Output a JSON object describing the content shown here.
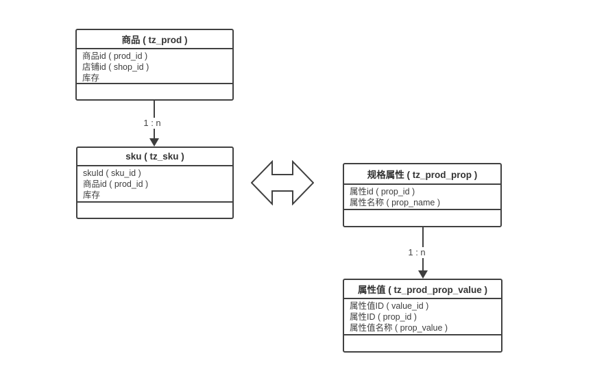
{
  "diagram": {
    "colors": {
      "line": "#404040",
      "text": "#3d3d3d",
      "background": "#ffffff"
    },
    "tables": [
      {
        "key": "tz_prod",
        "title": "商品 ( tz_prod )",
        "rows": [
          "商品id ( prod_id )",
          "店铺id ( shop_id )",
          "库存"
        ]
      },
      {
        "key": "tz_sku",
        "title": "sku ( tz_sku )",
        "rows": [
          "skuId ( sku_id )",
          "商品id ( prod_id )",
          "库存"
        ]
      },
      {
        "key": "tz_prod_prop",
        "title": "规格属性 ( tz_prod_prop )",
        "rows": [
          "属性id ( prop_id )",
          "属性名称 ( prop_name )"
        ]
      },
      {
        "key": "tz_prod_prop_value",
        "title": "属性值 ( tz_prod_prop_value )",
        "rows": [
          "属性值ID ( value_id )",
          "属性ID ( prop_id )",
          "属性值名称 ( prop_value )"
        ]
      }
    ],
    "relations": [
      {
        "from": "tz_prod",
        "to": "tz_sku",
        "label": "1 : n"
      },
      {
        "from": "tz_prod_prop",
        "to": "tz_prod_prop_value",
        "label": "1 : n"
      }
    ],
    "links": [
      {
        "type": "double_horizontal_arrow",
        "between": [
          "tz_sku",
          "tz_prod_prop"
        ]
      }
    ]
  }
}
